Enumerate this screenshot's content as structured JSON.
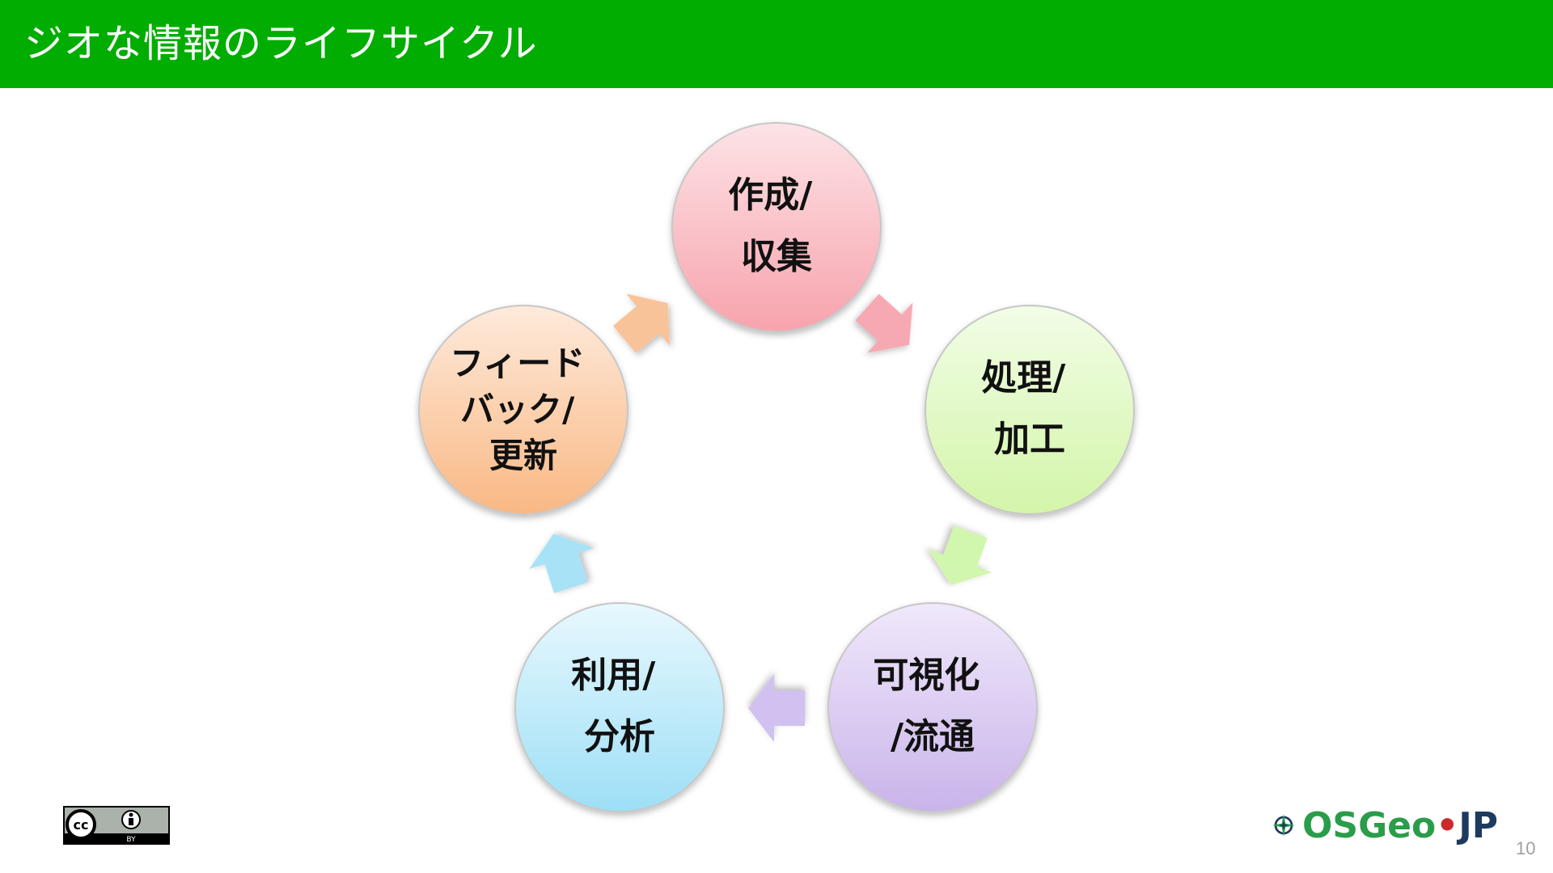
{
  "slide": {
    "title": "ジオな情報のライフサイクル",
    "page_number": "10"
  },
  "diagram": {
    "nodes": [
      {
        "id": "create",
        "lines": [
          "作成/",
          "収集"
        ],
        "color_top": "#fde3e6",
        "color_bottom": "#f7a3ad"
      },
      {
        "id": "process",
        "lines": [
          "処理/",
          "加工"
        ],
        "color_top": "#f2fde6",
        "color_bottom": "#d3f5a9"
      },
      {
        "id": "visualize",
        "lines": [
          "可視化",
          "/流通"
        ],
        "color_top": "#f0e8fb",
        "color_bottom": "#c9b4ea"
      },
      {
        "id": "use",
        "lines": [
          "利用/",
          "分析"
        ],
        "color_top": "#e8f8fe",
        "color_bottom": "#9ddff6"
      },
      {
        "id": "feedback",
        "lines": [
          "フィード",
          "バック/",
          "更新"
        ],
        "color_top": "#feeadb",
        "color_bottom": "#f9b884"
      }
    ],
    "arrows": [
      {
        "from": "create",
        "to": "process",
        "color": "#f6a9b2"
      },
      {
        "from": "process",
        "to": "visualize",
        "color": "#d1f6ad"
      },
      {
        "from": "visualize",
        "to": "use",
        "color": "#d0c1f0"
      },
      {
        "from": "use",
        "to": "feedback",
        "color": "#a8e2f6"
      },
      {
        "from": "feedback",
        "to": "create",
        "color": "#f9c39a"
      }
    ]
  },
  "footer": {
    "license_badge": {
      "text_cc": "cc",
      "text_by": "BY",
      "icon": "creative-commons-by-icon"
    },
    "logo": {
      "part1": "OSGeo",
      "separator": "•",
      "part2": "JP",
      "icon": "compass-icon"
    }
  }
}
